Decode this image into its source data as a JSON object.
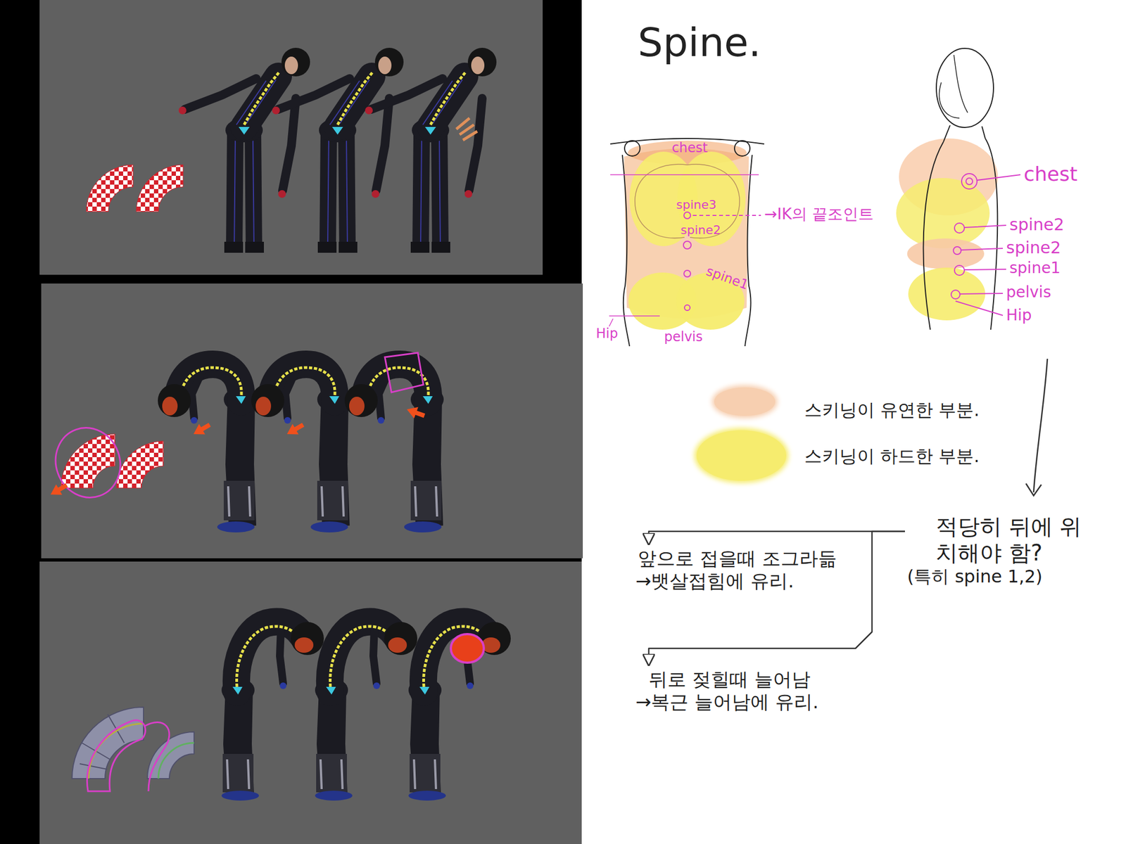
{
  "diagram": {
    "title": "Spine.",
    "nodes": [
      {
        "text": [
          "적당히 뒤에 위치해야 함?",
          "(특히 spine 1,2)"
        ]
      },
      {
        "text": [
          "앞으로 접을때 조그라듦",
          "→뱃살접힘에 유리."
        ]
      },
      {
        "text": [
          "뒤로 젖힐때 늘어남",
          "→복근 늘어남에 유리."
        ]
      }
    ],
    "edges": [
      {
        "from": 0,
        "to": 1,
        "arrow": "to"
      },
      {
        "from": 0,
        "to": 2,
        "arrow": "to"
      }
    ],
    "labels": [
      "chest",
      "spine3",
      "→IK의 끝조인트",
      "spine2",
      "spine1",
      "Hip",
      "pelvis",
      "chest",
      "spine2",
      "spine2",
      "spine1",
      "pelvis",
      "Hip"
    ],
    "legend": [
      {
        "text": "스키닝이 유연한 부분.",
        "color": "#f7cfb0"
      },
      {
        "text": "스키닝이 하드한 부분.",
        "color": "#f6ec6e"
      }
    ]
  }
}
